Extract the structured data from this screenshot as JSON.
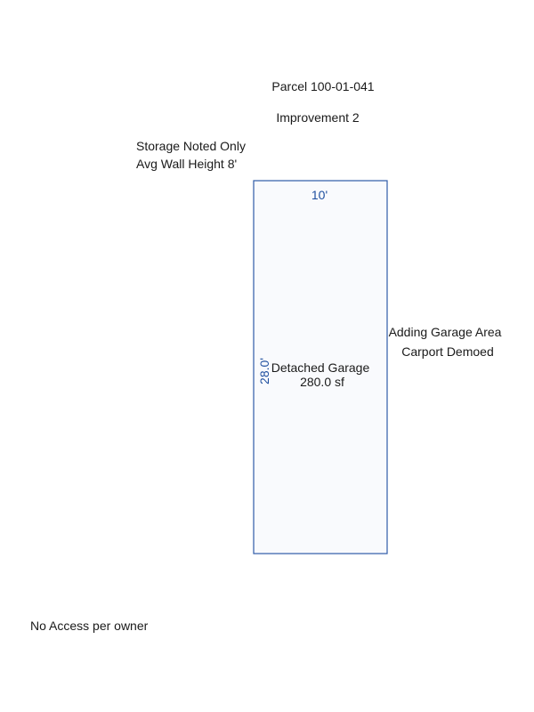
{
  "header": {
    "parcel": "Parcel 100-01-041",
    "improvement": "Improvement 2"
  },
  "notes": {
    "storage": "Storage Noted Only",
    "wall_height": "Avg Wall Height 8'",
    "adding": "Adding Garage Area",
    "carport": "Carport Demoed",
    "access": "No Access per owner"
  },
  "structure": {
    "name": "Detached Garage",
    "area": "280.0 sf",
    "width_label": "10'",
    "length_label": "28.0'",
    "outline_color": "#2e5aa8",
    "fill_color": "#f9fafd",
    "dimension_color": "#1f4f9f"
  }
}
